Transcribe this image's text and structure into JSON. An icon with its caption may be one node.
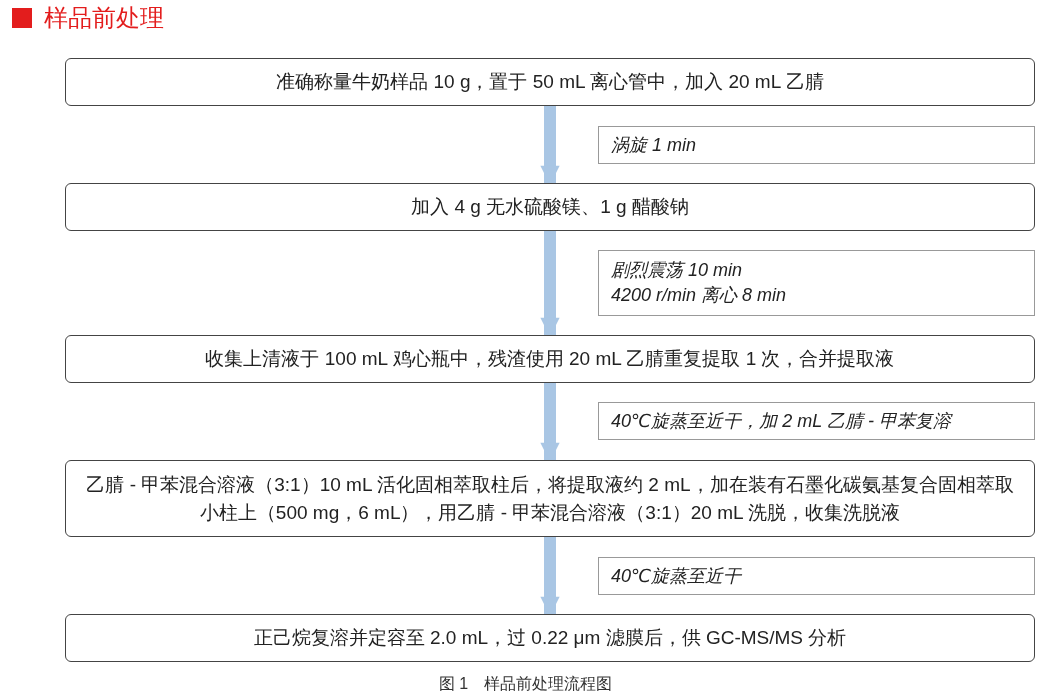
{
  "diagram": {
    "title": "样品前处理",
    "nodes": [
      {
        "text": [
          "准确称量牛奶样品 10 g，置于 50 mL 离心管中，加入 20 mL 乙腈"
        ]
      },
      {
        "text": [
          "涡旋 1 min"
        ]
      },
      {
        "text": [
          "加入 4 g 无水硫酸镁、1 g 醋酸钠"
        ]
      },
      {
        "text": [
          "剧烈震荡 10 min",
          "4200 r/min 离心 8 min"
        ]
      },
      {
        "text": [
          "收集上清液于 100 mL 鸡心瓶中，残渣使用 20 mL 乙腈重复提取 1 次，合并提取液"
        ]
      },
      {
        "text": [
          "40℃旋蒸至近干，加 2 mL 乙腈 - 甲苯复溶"
        ]
      },
      {
        "text": [
          "乙腈 - 甲苯混合溶液（3:1）10 mL 活化固相萃取柱后，将提取液约 2 mL，加在装有石墨化碳氨基复合固相萃取小柱上（500 mg，6 mL），用乙腈 - 甲苯混合溶液（3:1）20 mL 洗脱，收集洗脱液"
        ]
      },
      {
        "text": [
          "40℃旋蒸至近干"
        ]
      },
      {
        "text": [
          "正己烷复溶并定容至 2.0 mL，过 0.22 μm 滤膜后，供 GC-MS/MS 分析"
        ]
      }
    ],
    "edges": [
      {
        "from": 0,
        "to": 2,
        "arrow": "to"
      },
      {
        "from": 2,
        "to": 4,
        "arrow": "to"
      },
      {
        "from": 4,
        "to": 6,
        "arrow": "to"
      },
      {
        "from": 6,
        "to": 8,
        "arrow": "to"
      }
    ],
    "caption": "图 1　样品前处理流程图"
  }
}
